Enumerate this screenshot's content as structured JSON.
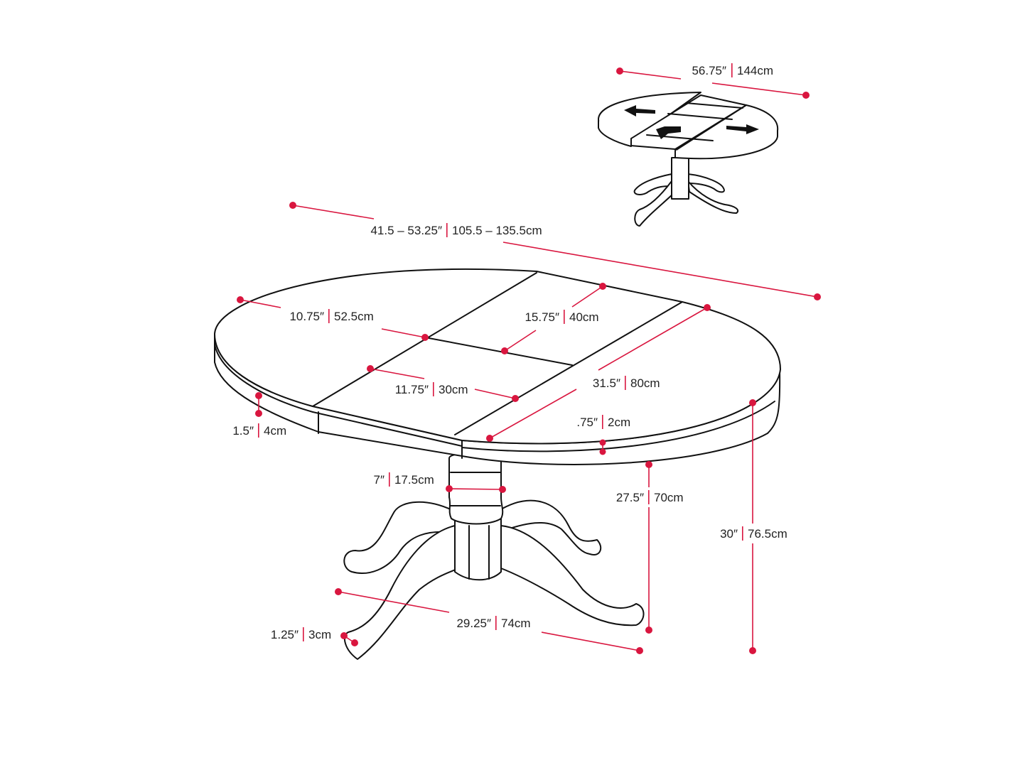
{
  "accent_color": "#d9163f",
  "dimensions": {
    "extended_length": {
      "inch": "56.75″",
      "cm": "144cm"
    },
    "table_length": {
      "inch": "41.5 – 53.25″",
      "cm": "105.5 – 135.5cm"
    },
    "end_section": {
      "inch": "10.75″",
      "cm": "52.5cm"
    },
    "leaf_width": {
      "inch": "15.75″",
      "cm": "40cm"
    },
    "leaf_depth": {
      "inch": "11.75″",
      "cm": "30cm"
    },
    "table_width": {
      "inch": "31.5″",
      "cm": "80cm"
    },
    "apron_height": {
      "inch": "1.5″",
      "cm": "4cm"
    },
    "top_thickness": {
      "inch": ".75″",
      "cm": "2cm"
    },
    "pedestal_diameter": {
      "inch": "7″",
      "cm": "17.5cm"
    },
    "clearance_height": {
      "inch": "27.5″",
      "cm": "70cm"
    },
    "total_height": {
      "inch": "30″",
      "cm": "76.5cm"
    },
    "base_span": {
      "inch": "29.25″",
      "cm": "74cm"
    },
    "foot_size": {
      "inch": "1.25″",
      "cm": "3cm"
    }
  },
  "icons": [
    "arrow-left-icon",
    "arrow-right-icon",
    "arrow-up-left-icon"
  ]
}
